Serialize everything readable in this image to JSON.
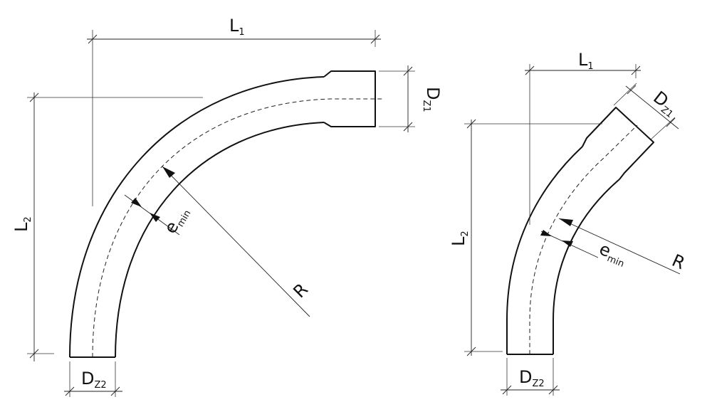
{
  "left_bend": {
    "L1": {
      "main": "L",
      "sub": "1"
    },
    "L2": {
      "main": "L",
      "sub": "2"
    },
    "DZ1": {
      "main": "D",
      "sub": "Z1"
    },
    "DZ2": {
      "main": "D",
      "sub": "Z2"
    },
    "emin": {
      "main": "e",
      "sub": "min"
    },
    "R": {
      "main": "R"
    }
  },
  "right_bend": {
    "L1": {
      "main": "L",
      "sub": "1"
    },
    "L2": {
      "main": "L",
      "sub": "2"
    },
    "DZ1": {
      "main": "D",
      "sub": "Z1"
    },
    "DZ2": {
      "main": "D",
      "sub": "Z2"
    },
    "emin": {
      "main": "e",
      "sub": "min"
    },
    "R": {
      "main": "R"
    }
  }
}
